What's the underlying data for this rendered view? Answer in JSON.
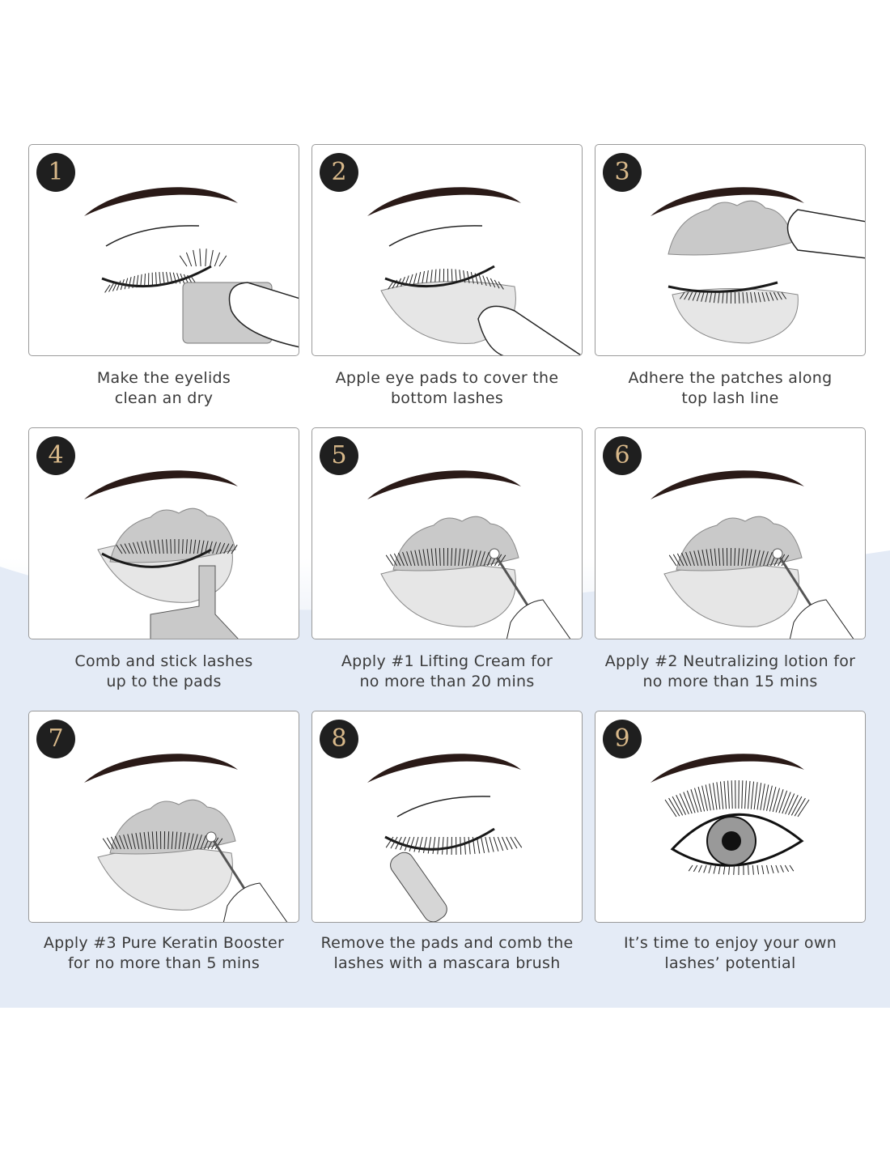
{
  "steps": [
    {
      "number": "1",
      "line1": "Make the eyelids",
      "line2": "clean an dry"
    },
    {
      "number": "2",
      "line1": "Apple eye pads to cover the",
      "line2": "bottom lashes"
    },
    {
      "number": "3",
      "line1": "Adhere the patches along",
      "line2": "top lash line"
    },
    {
      "number": "4",
      "line1": "Comb and stick lashes",
      "line2": "up to the pads"
    },
    {
      "number": "5",
      "line1": "Apply #1 Lifting Cream for",
      "line2": "no more than 20 mins"
    },
    {
      "number": "6",
      "line1": "Apply #2 Neutralizing lotion for",
      "line2": "no more than 15 mins"
    },
    {
      "number": "7",
      "line1": "Apply #3 Pure Keratin Booster",
      "line2": "for no more than 5 mins"
    },
    {
      "number": "8",
      "line1": "Remove the pads and comb the",
      "line2": "lashes with a mascara brush"
    },
    {
      "number": "9",
      "line1": "It’s time to enjoy your own",
      "line2": "lashes’ potential"
    }
  ],
  "colors": {
    "badge": "#1f1f1f",
    "numeral": "#d9b98a",
    "brow": "#2a1a17",
    "pad": "#cfcfcf"
  }
}
